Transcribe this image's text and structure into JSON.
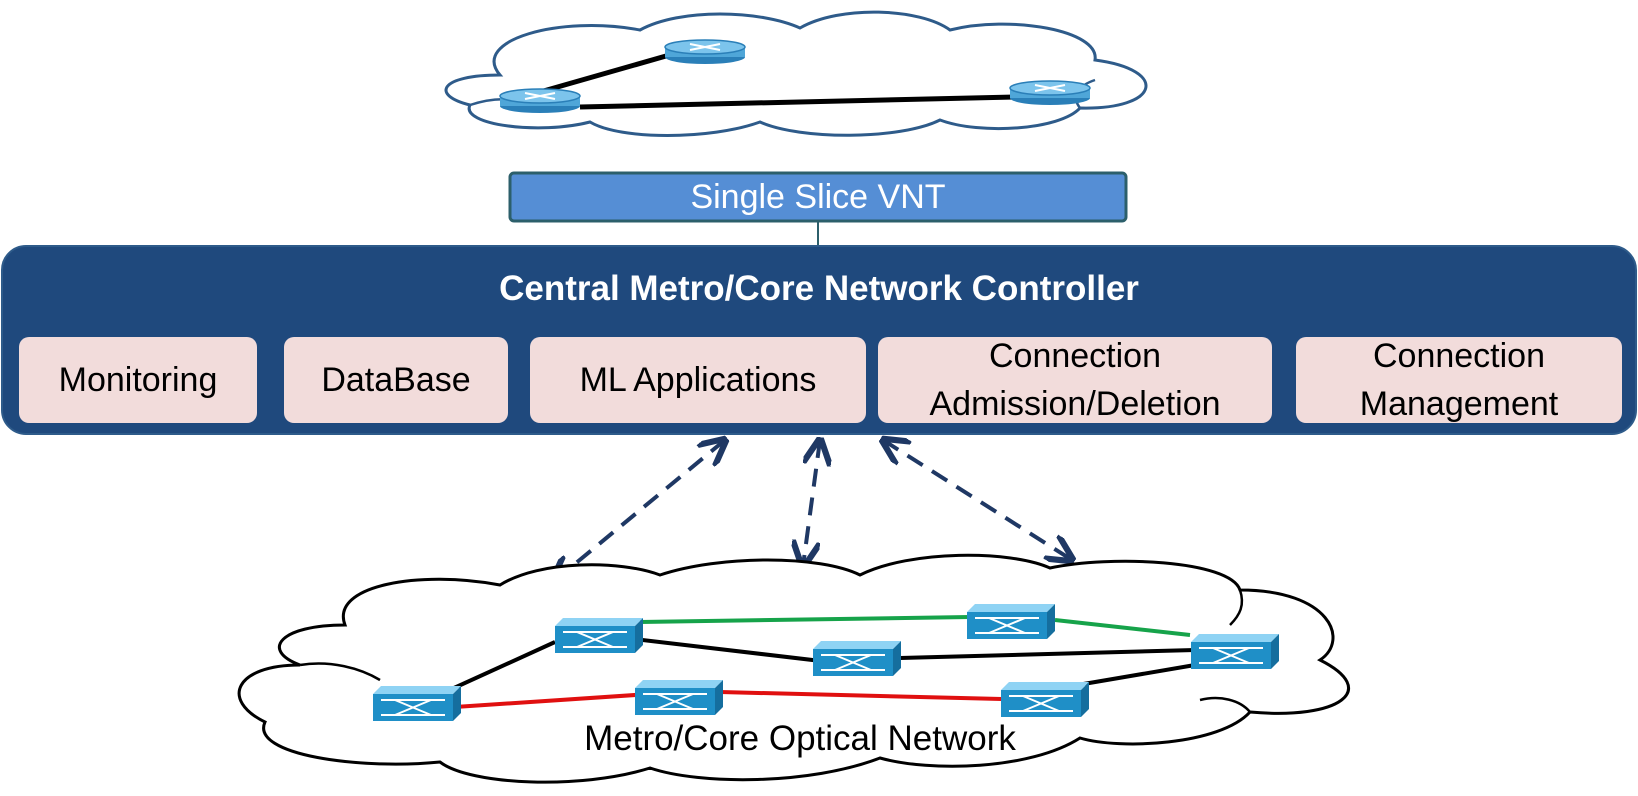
{
  "vnt": {
    "label": "Single Slice VNT"
  },
  "controller": {
    "title": "Central Metro/Core Network Controller",
    "modules": [
      {
        "label": "Monitoring"
      },
      {
        "label": "DataBase"
      },
      {
        "label": "ML Applications"
      },
      {
        "label": "Connection\nAdmission/Deletion"
      },
      {
        "label": "Connection\nManagement"
      }
    ]
  },
  "optical_network": {
    "label": "Metro/Core Optical Network"
  },
  "colors": {
    "controller_bg": "#1f497d",
    "vnt_bg": "#558ed5",
    "vnt_border": "#2c5f6b",
    "module_bg": "#f2dcdb",
    "cloud_outline_top": "#2e5b8a",
    "switch_fill": "#1f8fc7",
    "router_fill": "#4fa6d8",
    "link_green": "#16a34a",
    "link_red": "#e01010",
    "link_black": "#000000",
    "arrow_color": "#1f3864"
  }
}
